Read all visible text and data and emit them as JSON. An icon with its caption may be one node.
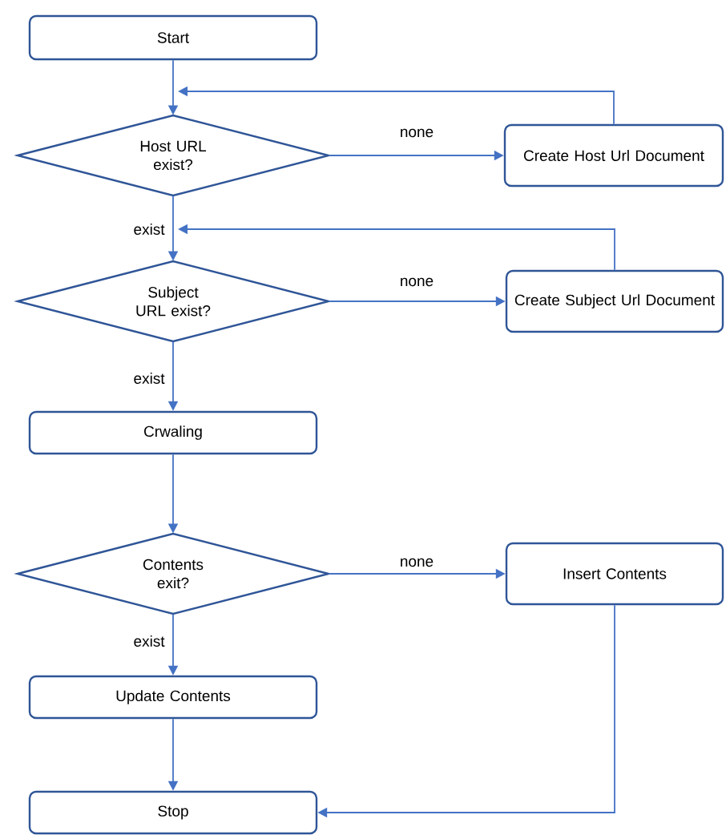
{
  "diagram": {
    "nodes": [
      {
        "text": [
          "Start"
        ]
      },
      {
        "text": [
          "Host URL exist?"
        ]
      },
      {
        "text": [
          "Create Host Url Document"
        ]
      },
      {
        "text": [
          "Subject URL exist?"
        ]
      },
      {
        "text": [
          "Create Subject Url Document"
        ]
      },
      {
        "text": [
          "Crwaling"
        ]
      },
      {
        "text": [
          "Contents exit?"
        ]
      },
      {
        "text": [
          "Insert Contents"
        ]
      },
      {
        "text": [
          "Update Contents"
        ]
      },
      {
        "text": [
          "Stop"
        ]
      }
    ],
    "edges": [
      {
        "from": 0,
        "to": 1,
        "arrow": "to"
      },
      {
        "from": 1,
        "to": 2,
        "arrow": "to",
        "label": "none"
      },
      {
        "from": 2,
        "to": 1,
        "arrow": "to"
      },
      {
        "from": 1,
        "to": 3,
        "arrow": "to",
        "label": "exist"
      },
      {
        "from": 3,
        "to": 4,
        "arrow": "to",
        "label": "none"
      },
      {
        "from": 4,
        "to": 3,
        "arrow": "to"
      },
      {
        "from": 3,
        "to": 5,
        "arrow": "to",
        "label": "exist"
      },
      {
        "from": 5,
        "to": 6,
        "arrow": "to"
      },
      {
        "from": 6,
        "to": 7,
        "arrow": "to",
        "label": "none"
      },
      {
        "from": 6,
        "to": 8,
        "arrow": "to",
        "label": "exist"
      },
      {
        "from": 8,
        "to": 9,
        "arrow": "to"
      },
      {
        "from": 7,
        "to": 9,
        "arrow": "to"
      }
    ]
  }
}
